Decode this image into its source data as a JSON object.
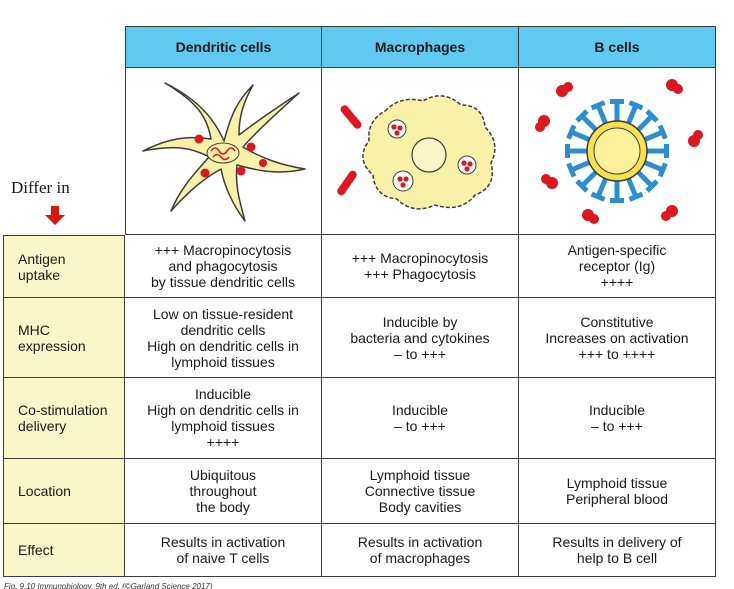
{
  "annotation": {
    "text": "Differ in",
    "arrow_icon": "down-arrow-icon",
    "arrow_color": "#e3120b"
  },
  "columns": [
    {
      "title": "Dendritic cells",
      "illustration": "dendritic-cell-icon"
    },
    {
      "title": "Macrophages",
      "illustration": "macrophage-icon"
    },
    {
      "title": "B cells",
      "illustration": "b-cell-icon"
    }
  ],
  "rows": [
    {
      "label": "Antigen\nuptake",
      "values": [
        "+++ Macropinocytosis\nand phagocytosis\nby tissue dendritic cells",
        "+++ Macropinocytosis\n+++ Phagocytosis",
        "Antigen-specific\nreceptor (Ig)\n++++"
      ]
    },
    {
      "label": "MHC\nexpression",
      "values": [
        "Low on tissue-resident\ndendritic cells\nHigh on dendritic cells in\nlymphoid tissues",
        "Inducible by\nbacteria and cytokines\n– to +++",
        "Constitutive\nIncreases on activation\n+++ to ++++"
      ]
    },
    {
      "label": "Co-stimulation\ndelivery",
      "values": [
        "Inducible\nHigh on dendritic cells in\nlymphoid tissues\n++++",
        "Inducible\n– to +++",
        "Inducible\n– to +++"
      ]
    },
    {
      "label": "Location",
      "values": [
        "Ubiquitous\nthroughout\nthe body",
        "Lymphoid tissue\nConnective tissue\nBody cavities",
        "Lymphoid tissue\nPeripheral blood"
      ]
    },
    {
      "label": "Effect",
      "values": [
        "Results in activation\nof naive T cells",
        "Results in activation\nof macrophages",
        "Results in delivery of\nhelp to B cell"
      ]
    }
  ],
  "caption": "Fig. 9.10 Immunobiology, 9th ed. (©Garland Science 2017)",
  "colors": {
    "header": "#5fc9f0",
    "row_label": "#fbf6c8",
    "cell_body": "#f8f1a8",
    "red": "#e0161e",
    "receptor": "#2a8fd0"
  }
}
